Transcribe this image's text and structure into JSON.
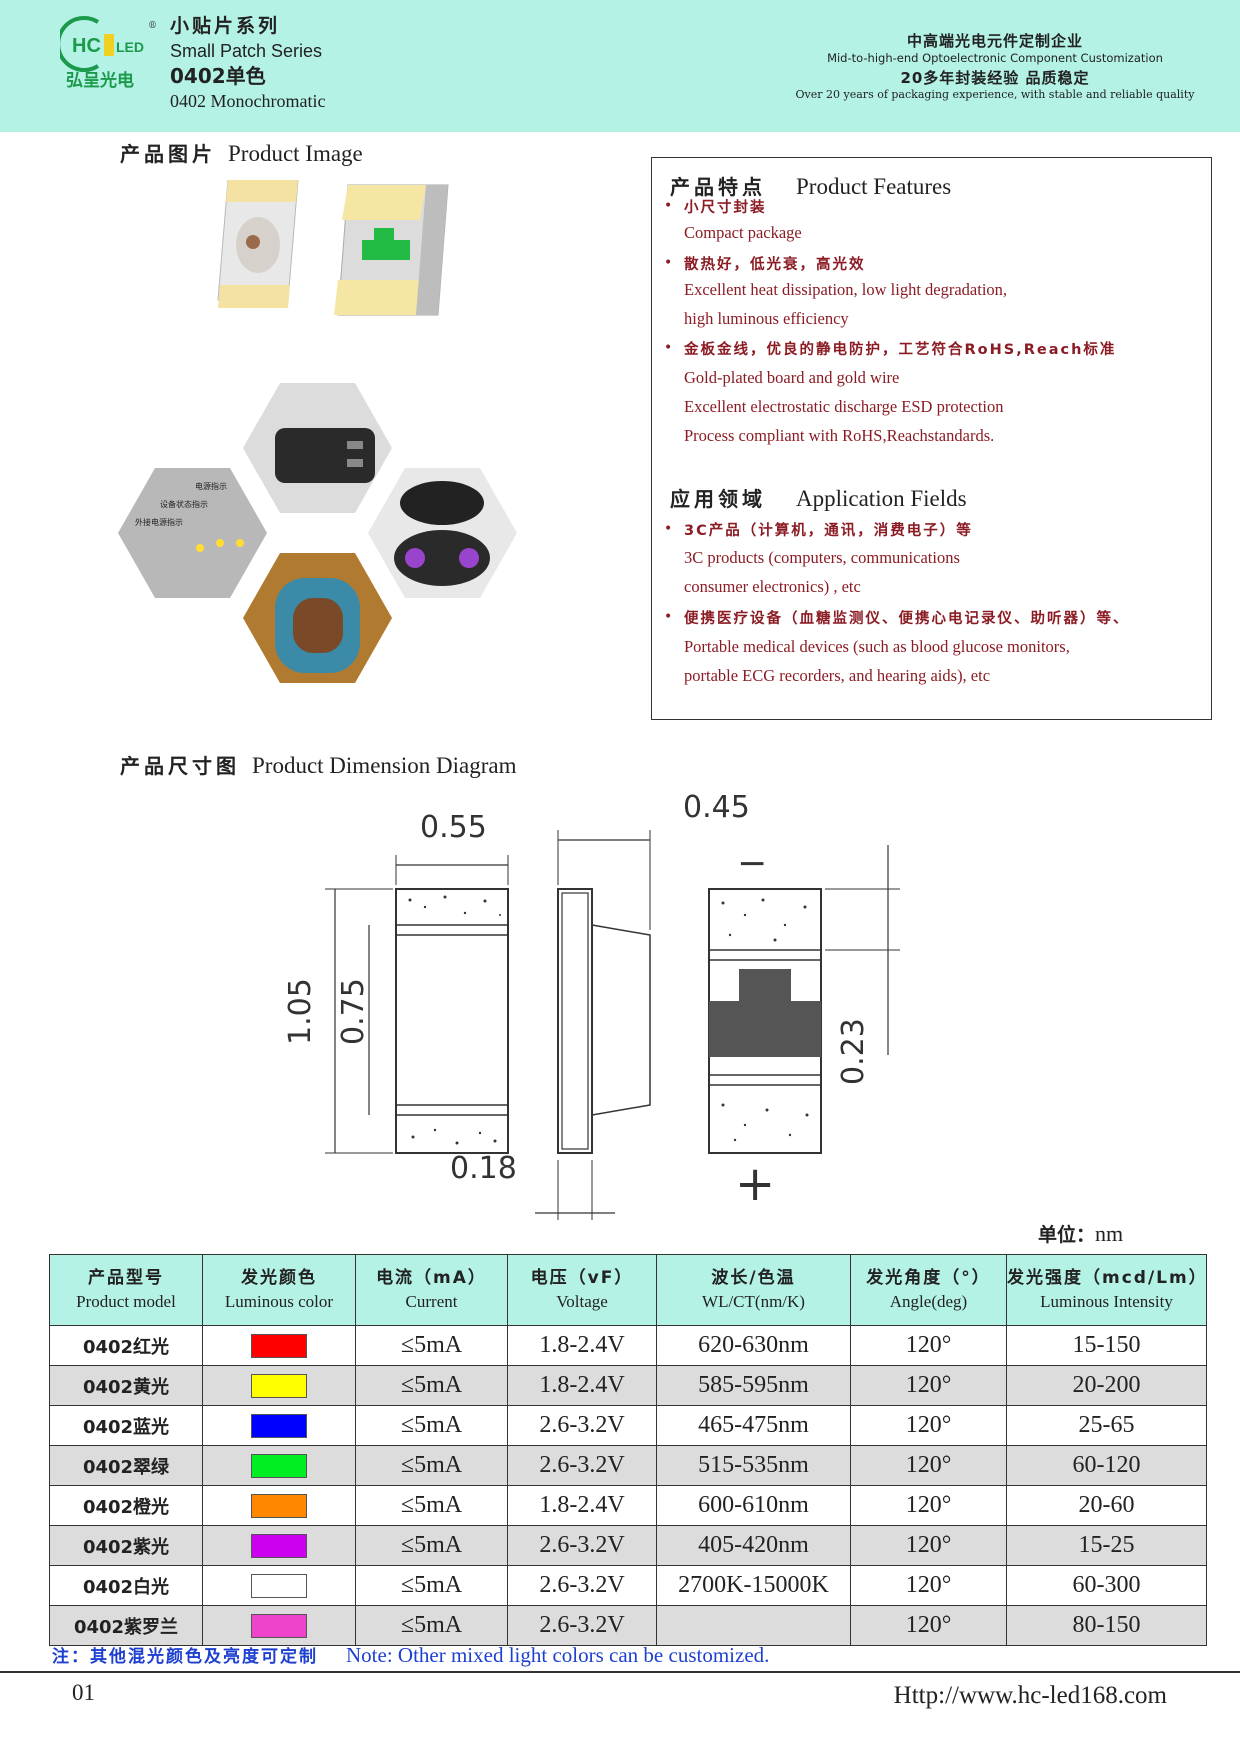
{
  "header": {
    "brand_zh": "弘呈光电",
    "logo_text": "HC",
    "logo_led": "LED",
    "series_zh": "小贴片系列",
    "series_en": "Small Patch Series",
    "model_zh": "0402单色",
    "model_en": "0402 Monochromatic",
    "slogan1_zh": "中高端光电元件定制企业",
    "slogan1_en": "Mid-to-high-end Optoelectronic Component Customization",
    "slogan2_zh": "20多年封装经验 品质稳定",
    "slogan2_en": "Over 20 years of packaging experience, with stable and reliable quality"
  },
  "product_image": {
    "title_zh": "产品图片",
    "title_en": "Product Image"
  },
  "hex_labels": [
    "电源指示",
    "设备状态指示",
    "外接电源指示"
  ],
  "features": {
    "title_zh": "产品特点",
    "title_en": "Product Features",
    "items": [
      {
        "zh": "小尺寸封装",
        "en": [
          "Compact package"
        ]
      },
      {
        "zh": "散热好，低光衰，高光效",
        "en": [
          "Excellent heat dissipation, low light degradation,",
          "high luminous efficiency"
        ]
      },
      {
        "zh": "金板金线，优良的静电防护，工艺符合RoHS,Reach标准",
        "en": [
          "Gold-plated board and gold wire",
          "Excellent electrostatic discharge  ESD  protection",
          "Process compliant with RoHS,Reachstandards."
        ]
      }
    ]
  },
  "applications": {
    "title_zh": "应用领域",
    "title_en": "Application Fields",
    "items": [
      {
        "zh": "3C产品（计算机，通讯，消费电子）等",
        "en": [
          "3C products (computers, communications",
          "consumer electronics) , etc"
        ]
      },
      {
        "zh": "便携医疗设备（血糖监测仪、便携心电记录仪、助听器）等、",
        "en": [
          "Portable medical devices (such as blood glucose monitors,",
          "portable ECG recorders, and hearing aids), etc"
        ]
      }
    ]
  },
  "dimension": {
    "title_zh": "产品尺寸图",
    "title_en": "Product Dimension Diagram",
    "labels": {
      "width": "0.55",
      "length": "1.05",
      "inner": "0.75",
      "height": "0.45",
      "pad": "0.18",
      "pad_side": "0.23",
      "minus": "−",
      "plus": "+"
    }
  },
  "unit": {
    "zh": "单位：",
    "en": "nm"
  },
  "table": {
    "headers": [
      {
        "zh": "产品型号",
        "en": "Product model"
      },
      {
        "zh": "发光颜色",
        "en": "Luminous color"
      },
      {
        "zh": "电流（mA）",
        "en": "Current"
      },
      {
        "zh": "电压（vF）",
        "en": "Voltage"
      },
      {
        "zh": "波长/色温",
        "en": "WL/CT(nm/K)"
      },
      {
        "zh": "发光角度（°）",
        "en": "Angle(deg)"
      },
      {
        "zh": "发光强度（mcd/Lm）",
        "en": "Luminous Intensity"
      }
    ],
    "rows": [
      {
        "model": "0402红光",
        "color": "#ff0000",
        "current": "≤5mA",
        "voltage": "1.8-2.4V",
        "wl": "620-630nm",
        "angle": "120°",
        "intensity": "15-150"
      },
      {
        "model": "0402黄光",
        "color": "#ffff00",
        "current": "≤5mA",
        "voltage": "1.8-2.4V",
        "wl": "585-595nm",
        "angle": "120°",
        "intensity": "20-200"
      },
      {
        "model": "0402蓝光",
        "color": "#0000ff",
        "current": "≤5mA",
        "voltage": "2.6-3.2V",
        "wl": "465-475nm",
        "angle": "120°",
        "intensity": "25-65"
      },
      {
        "model": "0402翠绿",
        "color": "#00ee22",
        "current": "≤5mA",
        "voltage": "2.6-3.2V",
        "wl": "515-535nm",
        "angle": "120°",
        "intensity": "60-120"
      },
      {
        "model": "0402橙光",
        "color": "#ff8800",
        "current": "≤5mA",
        "voltage": "1.8-2.4V",
        "wl": "600-610nm",
        "angle": "120°",
        "intensity": "20-60"
      },
      {
        "model": "0402紫光",
        "color": "#cc00ee",
        "current": "≤5mA",
        "voltage": "2.6-3.2V",
        "wl": "405-420nm",
        "angle": "120°",
        "intensity": "15-25"
      },
      {
        "model": "0402白光",
        "color": "#ffffff",
        "current": "≤5mA",
        "voltage": "2.6-3.2V",
        "wl": "2700K-15000K",
        "angle": "120°",
        "intensity": "60-300"
      },
      {
        "model": "0402紫罗兰",
        "color": "#ee44cc",
        "current": "≤5mA",
        "voltage": "2.6-3.2V",
        "wl": "",
        "angle": "120°",
        "intensity": "80-150"
      }
    ]
  },
  "note": {
    "zh": "注：其他混光颜色及亮度可定制",
    "en": "Note: Other mixed light colors can be customized."
  },
  "footer": {
    "page": "01",
    "url": "Http://www.hc-led168.com"
  }
}
